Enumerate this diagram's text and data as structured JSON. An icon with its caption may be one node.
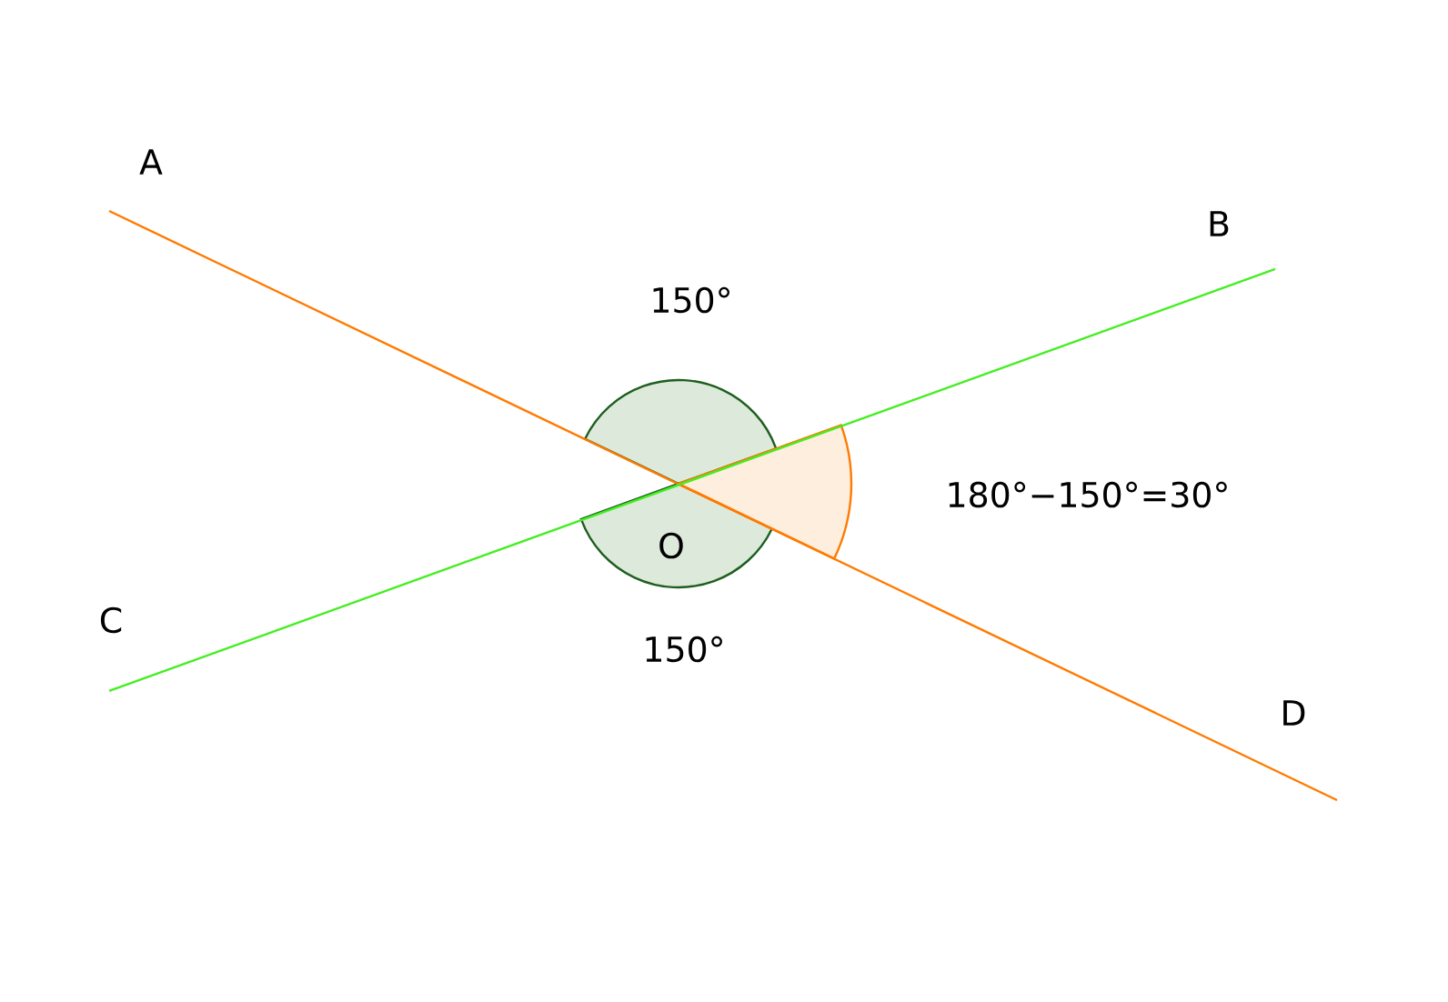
{
  "diagram": {
    "labels": [
      "A",
      "B",
      "150°",
      "180°−150°=30°",
      "O",
      "C",
      "150°",
      "D"
    ]
  }
}
